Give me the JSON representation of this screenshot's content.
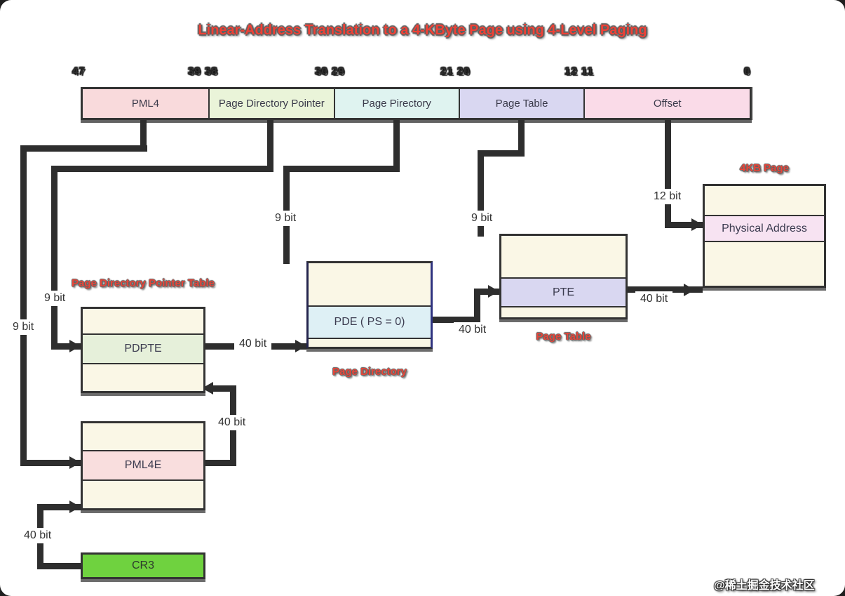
{
  "title": "Linear-Address Translation to a 4-KByte Page using 4-Level Paging",
  "bit_ruler": [
    "47",
    "39 38",
    "30 29",
    "21 20",
    "12 11",
    "0"
  ],
  "linear_address": {
    "segments": [
      {
        "label": "PML4",
        "color": "#f9dadc"
      },
      {
        "label": "Page Directory Pointer",
        "color": "#eaf4d9"
      },
      {
        "label": "Page Pirectory",
        "color": "#dff3f0"
      },
      {
        "label": "Page Table",
        "color": "#d9d7f1"
      },
      {
        "label": "Offset",
        "color": "#fadbe8"
      }
    ]
  },
  "labels": {
    "bit9": "9 bit",
    "bit12": "12 bit",
    "bit40": "40 bit"
  },
  "tables": {
    "page4kb": {
      "title": "4KB Page",
      "entry": "Physical Address"
    },
    "page_table": {
      "title": "Page Table",
      "entry": "PTE"
    },
    "page_directory": {
      "title": "Page Directory",
      "entry": "PDE ( PS = 0)"
    },
    "pdpt": {
      "title": "Page Directory Pointer Table",
      "entry": "PDPTE"
    },
    "pml4": {
      "entry": "PML4E"
    },
    "cr3": {
      "label": "CR3"
    }
  },
  "watermark": "@稀土掘金技术社区",
  "colors": {
    "title_red": "#ef4136",
    "connector": "#2e2e2e",
    "cream_row": "#faf7e6",
    "physical_address_row": "#f7e3f2",
    "pte_row": "#d9d7f1",
    "pde_row": "#def0f5",
    "pdpte_row": "#e6f0da",
    "pml4e_row": "#f9dede",
    "cr3_green": "#6fd23f",
    "label_bg": "#ffffff"
  }
}
